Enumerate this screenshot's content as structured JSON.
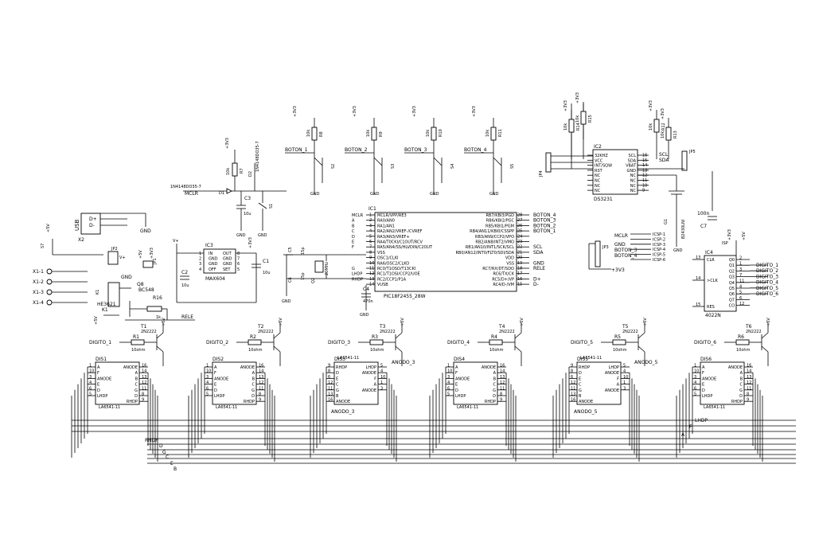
{
  "mcu": {
    "ref": "IC1",
    "part": "PIC18F2455_28W",
    "left_pins": [
      {
        "n": "1",
        "name": "MCLR/VPP/RE3"
      },
      {
        "n": "2",
        "name": "RA0/AN0"
      },
      {
        "n": "3",
        "name": "RA1/AN1"
      },
      {
        "n": "4",
        "name": "RA2/AN2/VREF-/CVREF"
      },
      {
        "n": "5",
        "name": "RA3/AN3/VREF+"
      },
      {
        "n": "6",
        "name": "RA4/T0CKI/C1OUT/RCV"
      },
      {
        "n": "7",
        "name": "RA5/AN4/SS/HLVDIN/C2OUT"
      },
      {
        "n": "8",
        "name": "VSS"
      },
      {
        "n": "9",
        "name": "OSC1/CLKI"
      },
      {
        "n": "10",
        "name": "RA6/OSC2/CLKO"
      },
      {
        "n": "11",
        "name": "RC0/T1OSO/T13CKI"
      },
      {
        "n": "12",
        "name": "RC1/T1OSI/CCP2/UOE"
      },
      {
        "n": "13",
        "name": "RC2/CCP1/P1A"
      },
      {
        "n": "14",
        "name": "VUSB"
      }
    ],
    "right_pins": [
      {
        "n": "28",
        "name": "RB7/KBI3/PGD"
      },
      {
        "n": "27",
        "name": "RB6/KBI2/PGC"
      },
      {
        "n": "26",
        "name": "RB5/KBI1/PGM"
      },
      {
        "n": "25",
        "name": "RB4/AN11/KBI0/CSSPP"
      },
      {
        "n": "24",
        "name": "RB3/AN9/CCP2/VPO"
      },
      {
        "n": "23",
        "name": "RB2/AN8/INT2/VMO"
      },
      {
        "n": "22",
        "name": "RB1/AN10/INT1/SCK/SCL"
      },
      {
        "n": "21",
        "name": "RB0/AN12/INT0/FLT0/SDI/SDA"
      },
      {
        "n": "20",
        "name": "VDD"
      },
      {
        "n": "19",
        "name": "VSS"
      },
      {
        "n": "18",
        "name": "RC7/RX/DT/SDO"
      },
      {
        "n": "17",
        "name": "RC6/TX/CK"
      },
      {
        "n": "16",
        "name": "RC5/D+/VP"
      },
      {
        "n": "15",
        "name": "RC4/D-/VM"
      }
    ],
    "left_nets": [
      "MCLR",
      "A",
      "B",
      "C",
      "D",
      "E",
      "F",
      "",
      "",
      "",
      "G",
      "LHDP",
      "RHDP",
      ""
    ],
    "right_nets": [
      "BOTON_4",
      "BOTON_3",
      "BOTON_2",
      "BOTON_1",
      "",
      "",
      "SCL",
      "SDA",
      "",
      "GND",
      "RELE",
      "",
      "D+",
      "D-"
    ]
  },
  "rtc": {
    "ref": "IC2",
    "part": "DS3231",
    "left_pins": [
      "32KHZ",
      "VCC",
      "INT/SQW",
      "RST",
      "NC",
      "NC",
      "NC",
      "NC"
    ],
    "right_pins": [
      {
        "n": "16",
        "name": "SCL"
      },
      {
        "n": "15",
        "name": "SDA"
      },
      {
        "n": "14",
        "name": "VBAT"
      },
      {
        "n": "13",
        "name": "GND"
      },
      {
        "n": "12",
        "name": "NC"
      },
      {
        "n": "11",
        "name": "NC"
      },
      {
        "n": "10",
        "name": "NC"
      },
      {
        "n": "9",
        "name": "NC"
      }
    ],
    "nets": [
      "SCL",
      "SDA"
    ],
    "connector": "JP5",
    "jp4": "JP4"
  },
  "regulator": {
    "ref": "IC3",
    "part": "MAX604",
    "pins": [
      "IN",
      "GND",
      "GND",
      "OFF",
      "OUT",
      "GND",
      "GND",
      "SET"
    ],
    "nums": [
      "1",
      "2",
      "3",
      "4",
      "8",
      "7",
      "6",
      "5"
    ]
  },
  "counter": {
    "ref": "IC4",
    "part": "4022N",
    "left_pins": [
      {
        "n": "13",
        "name": "CLR"
      },
      {
        "n": "14",
        "name": ">CLK"
      },
      {
        "n": "15",
        "name": "RES"
      }
    ],
    "right_pins": [
      {
        "n": "2",
        "name": "Q0"
      },
      {
        "n": "1",
        "name": "Q1"
      },
      {
        "n": "3",
        "name": "Q2"
      },
      {
        "n": "7",
        "name": "Q3"
      },
      {
        "n": "11",
        "name": "Q4"
      },
      {
        "n": "4",
        "name": "Q5"
      },
      {
        "n": "5",
        "name": "Q6"
      },
      {
        "n": "6",
        "name": "Q7"
      },
      {
        "n": "12",
        "name": "CO"
      }
    ],
    "nets": [
      "DIGITO_1",
      "DIGITO_2",
      "DIGITO_3",
      "DIGITO_4",
      "DIGITO_5",
      "DIGITO_6"
    ],
    "isp": "ISP"
  },
  "icsp": {
    "ref": "JP3",
    "pins": [
      "ICSP-1",
      "ICSP-2",
      "ICSP-3",
      "ICSP-4",
      "ICSP-5",
      "ICSP-6"
    ],
    "nets": [
      "MCLR",
      "GND",
      "BOTON_3",
      "BOTON_4",
      "+3V3"
    ]
  },
  "buttons": [
    {
      "net": "BOTON_1",
      "r": "R8",
      "s": "S2",
      "val": "10k"
    },
    {
      "net": "BOTON_2",
      "r": "R9",
      "s": "S3",
      "val": "10k"
    },
    {
      "net": "BOTON_3",
      "r": "R10",
      "s": "S4",
      "val": "10k"
    },
    {
      "net": "BOTON_4",
      "r": "R11",
      "s": "S5",
      "val": "10k"
    }
  ],
  "reset": {
    "r": "R7",
    "val": "10k",
    "d1": "D1",
    "d2": "D2",
    "diode": "1N4148DO35-7",
    "c": "C3",
    "cval": "10u",
    "s": "S1",
    "net": "MCLR"
  },
  "pullups": [
    {
      "ref": "R14",
      "val": "10k"
    },
    {
      "ref": "R15",
      "val": "10k"
    },
    {
      "ref": "R12",
      "val": "10k"
    },
    {
      "ref": "R13",
      "val": "10k"
    }
  ],
  "battery": {
    "ref": "G1",
    "part": "B2430LNI",
    "c": "C7",
    "cval": "100n"
  },
  "crystal": {
    "ref": "Q2",
    "val": "20MHz",
    "c5": "C5",
    "c6": "C6",
    "cval": "15p",
    "c4": "C4",
    "c4val": "470n"
  },
  "usb": {
    "ref": "X2",
    "label": "USB",
    "pins": [
      "D+",
      "D-"
    ]
  },
  "power": {
    "s7": "S7",
    "jp2": "JP2",
    "c2": "C2",
    "c2val": "10u",
    "c1": "C1",
    "c1val": "10u",
    "jp1": "JP1"
  },
  "relay": {
    "ref": "K1",
    "part": "HE3621",
    "q": "Q8",
    "qpart": "BC548",
    "r": "R16",
    "rval": "1k",
    "net": "RELE",
    "terminals": [
      "X1-1",
      "X1-2",
      "X1-3",
      "X1-4"
    ]
  },
  "supply_labels": {
    "v33": "+3V3",
    "v5": "+5V",
    "vplus": "V+",
    "gnd": "GND"
  },
  "drivers": [
    {
      "r": "R1",
      "t": "T1",
      "net": "DIGITO_1",
      "rval": "10ohm",
      "tpart": "2N2222"
    },
    {
      "r": "R2",
      "t": "T2",
      "net": "DIGITO_2",
      "rval": "10ohm",
      "tpart": "2N2222"
    },
    {
      "r": "R3",
      "t": "T3",
      "net": "DIGITO_3",
      "rval": "10ohm",
      "tpart": "2N2222"
    },
    {
      "r": "R4",
      "t": "T4",
      "net": "DIGITO_4",
      "rval": "10ohm",
      "tpart": "2N2222"
    },
    {
      "r": "R5",
      "t": "T5",
      "net": "DIGITO_5",
      "rval": "10ohm",
      "tpart": "2N2222"
    },
    {
      "r": "R6",
      "t": "T6",
      "net": "DIGITO_6",
      "rval": "10ohm",
      "tpart": "2N2222"
    }
  ],
  "displays": [
    {
      "ref": "DIS1",
      "part": "LA6541-11",
      "mode": "a"
    },
    {
      "ref": "DIS2",
      "part": "LA6541-11",
      "mode": "a"
    },
    {
      "ref": "DIS3",
      "part": "LA6541-11",
      "mode": "b",
      "anodo": "ANODO_3"
    },
    {
      "ref": "DIS4",
      "part": "LA6541-11",
      "mode": "a"
    },
    {
      "ref": "DIS5",
      "part": "LA6541-11",
      "mode": "b",
      "anodo": "ANODO_5"
    },
    {
      "ref": "DIS6",
      "part": "LA6541-11",
      "mode": "a"
    }
  ],
  "display_a": {
    "left": [
      "A",
      "F",
      "ANODE",
      "E",
      "D",
      "LHDP"
    ],
    "left_n": [
      "1",
      "10",
      "3",
      "4",
      "6",
      "5"
    ],
    "right": [
      "ANODE",
      "A",
      "B",
      "C",
      "G",
      "D",
      "RHDP"
    ],
    "right_n": [
      "16",
      "14",
      "13",
      "12",
      "11",
      "8",
      "9"
    ]
  },
  "display_b": {
    "left": [
      "RHDP",
      "D",
      "E",
      "C",
      "G",
      "B",
      "ANODE"
    ],
    "left_n": [
      "9",
      "8",
      "6",
      "12",
      "11",
      "13",
      "16"
    ],
    "right": [
      "LHDP",
      "ANODE",
      "F",
      "A",
      "ANODE"
    ],
    "right_n": [
      "5",
      "4",
      "10",
      "1",
      "3"
    ]
  },
  "bus_nets": [
    "LHDP",
    "F",
    "A",
    "RHDP",
    "D",
    "G",
    "C",
    "E",
    "B"
  ]
}
